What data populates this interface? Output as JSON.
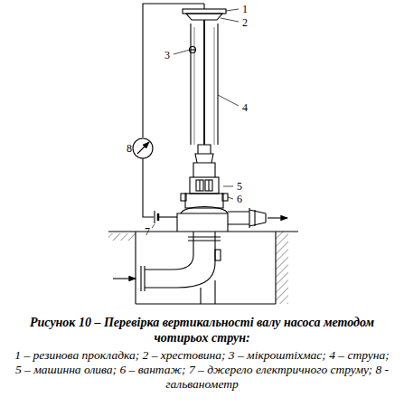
{
  "diagram": {
    "title": "Рисунок 10 – Перевірка вертикальності валу насоса методом чотирьох струн:",
    "caption": "1 – резинова прокладка; 2 – хрестовина; 3 – мікроштіхмас; 4 – струна; 5 – машинна олива; 6 – вантаж; 7 – джерело електричного струму; 8 - гальванометр",
    "labels": [
      "1",
      "2",
      "3",
      "4",
      "5",
      "6",
      "7",
      "8"
    ]
  }
}
